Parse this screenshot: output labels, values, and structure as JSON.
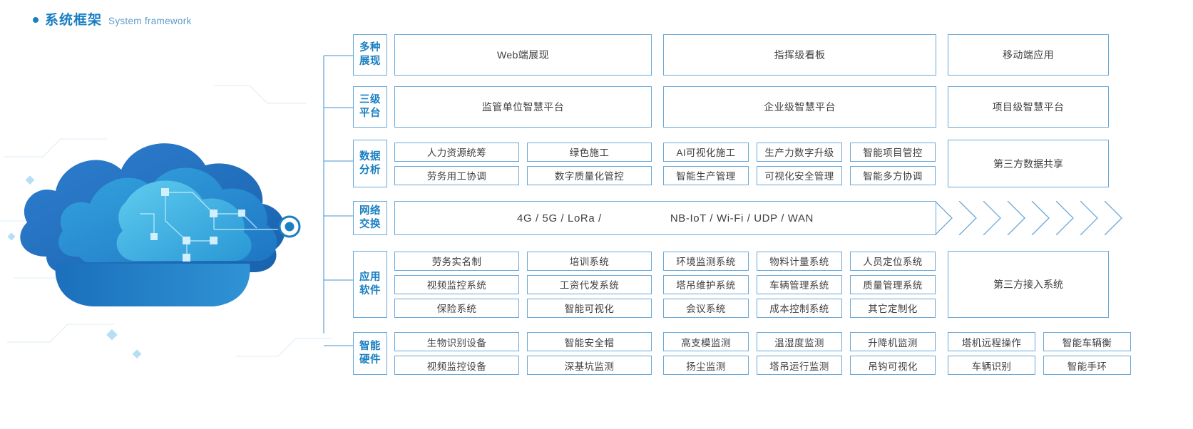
{
  "header": {
    "title_cn": "系统框架",
    "title_en": "System framework",
    "accent": "#1a7fc1"
  },
  "rows": [
    {
      "label_line1": "多种",
      "label_line2": "展现",
      "left": [
        "Web端展现"
      ],
      "mid": [
        "指挥级看板"
      ],
      "right": [
        "移动端应用"
      ]
    },
    {
      "label_line1": "三级",
      "label_line2": "平台",
      "left": [
        "监管单位智慧平台"
      ],
      "mid": [
        "企业级智慧平台"
      ],
      "right": [
        "项目级智慧平台"
      ]
    },
    {
      "label_line1": "数据",
      "label_line2": "分析",
      "left_r1": [
        "人力资源统筹",
        "绿色施工"
      ],
      "left_r2": [
        "劳务用工协调",
        "数字质量化管控"
      ],
      "mid_r1": [
        "AI可视化施工",
        "生产力数字升级",
        "智能项目管控"
      ],
      "mid_r2": [
        "智能生产管理",
        "可视化安全管理",
        "智能多方协调"
      ],
      "right": "第三方数据共享"
    },
    {
      "label_line1": "网络",
      "label_line2": "交换",
      "band_left": "4G / 5G / LoRa /",
      "band_right": "NB-IoT / Wi-Fi / UDP / WAN"
    },
    {
      "label_line1": "应用",
      "label_line2": "软件",
      "left_r1": [
        "劳务实名制",
        "培训系统"
      ],
      "left_r2": [
        "视频监控系统",
        "工资代发系统"
      ],
      "left_r3": [
        "保险系统",
        "智能可视化"
      ],
      "mid_r1": [
        "环境监测系统",
        "物料计量系统",
        "人员定位系统"
      ],
      "mid_r2": [
        "塔吊维护系统",
        "车辆管理系统",
        "质量管理系统"
      ],
      "mid_r3": [
        "会议系统",
        "成本控制系统",
        "其它定制化"
      ],
      "right": "第三方接入系统"
    },
    {
      "label_line1": "智能",
      "label_line2": "硬件",
      "left_r1": [
        "生物识别设备",
        "智能安全帽"
      ],
      "left_r2": [
        "视频监控设备",
        "深基坑监测"
      ],
      "mid_r1": [
        "高支模监测",
        "温湿度监测",
        "升降机监测"
      ],
      "mid_r2": [
        "扬尘监测",
        "塔吊运行监测",
        "吊钩可视化"
      ],
      "right_r1": [
        "塔机远程操作",
        "智能车辆衡"
      ],
      "right_r2": [
        "车辆识别",
        "智能手环"
      ]
    }
  ]
}
